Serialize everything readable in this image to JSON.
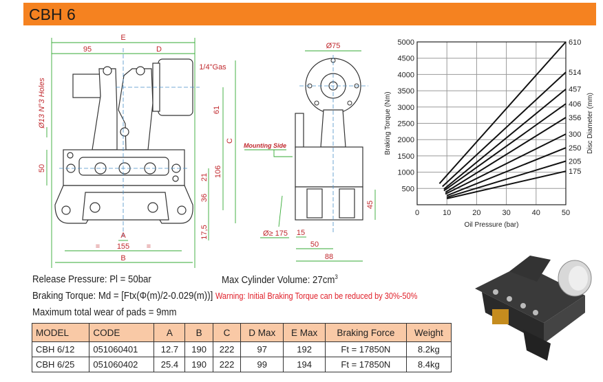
{
  "title": "CBH 6",
  "front_view": {
    "dims": {
      "E": "E",
      "D": "D",
      "w95": "95",
      "gas": "1/4\"Gas",
      "holes": "Ø13 N°3 Holes",
      "d61": "61",
      "C": "C",
      "d50": "50",
      "d21": "21",
      "d106": "106",
      "d36": "36",
      "d17": "17,5",
      "A": "A",
      "d155": "155",
      "eq": "=",
      "B": "B"
    }
  },
  "side_view": {
    "dims": {
      "d75": "Ø75",
      "mounting": "Mounting Side",
      "disc": "Ø≥ 175",
      "d15": "15",
      "d50": "50",
      "d88": "88",
      "d45": "45"
    }
  },
  "chart_data": {
    "type": "line",
    "xlabel": "Oil Pressure (bar)",
    "ylabel": "Braking Torque (Nm)",
    "y2label": "Disc Diameter (mm)",
    "xlim": [
      0,
      50
    ],
    "ylim": [
      0,
      5000
    ],
    "xticks": [
      "0",
      "10",
      "20",
      "30",
      "40",
      "50"
    ],
    "yticks": [
      "500",
      "1000",
      "1500",
      "2000",
      "2500",
      "3000",
      "3500",
      "4000",
      "4500",
      "5000"
    ],
    "grid": true,
    "series": [
      {
        "name": "610",
        "x": [
          7.5,
          50
        ],
        "y": [
          650,
          5000
        ]
      },
      {
        "name": "514",
        "x": [
          8.5,
          50
        ],
        "y": [
          560,
          4070
        ]
      },
      {
        "name": "457",
        "x": [
          9,
          50
        ],
        "y": [
          480,
          3550
        ]
      },
      {
        "name": "406",
        "x": [
          9,
          50
        ],
        "y": [
          430,
          3100
        ]
      },
      {
        "name": "356",
        "x": [
          9.5,
          50
        ],
        "y": [
          380,
          2680
        ]
      },
      {
        "name": "300",
        "x": [
          9.5,
          50
        ],
        "y": [
          330,
          2170
        ]
      },
      {
        "name": "250",
        "x": [
          10,
          50
        ],
        "y": [
          280,
          1750
        ]
      },
      {
        "name": "205",
        "x": [
          10,
          50
        ],
        "y": [
          230,
          1340
        ]
      },
      {
        "name": "175",
        "x": [
          10,
          50
        ],
        "y": [
          190,
          1030
        ]
      }
    ]
  },
  "specs": {
    "release": "Release Pressure: Pl = 50bar",
    "volume": "Max Cylinder Volume: 27cm",
    "volume_sup": "3",
    "torque": "Braking Torque: Md = [Ftx(Φ(m)/2-0.029(m))]",
    "warning": "Warning: Initial Braking Torque can be reduced by 30%-50%",
    "wear": "Maximum total wear of pads = 9mm"
  },
  "table": {
    "headers": [
      "MODEL",
      "CODE",
      "A",
      "B",
      "C",
      "D Max",
      "E Max",
      "Braking Force",
      "Weight"
    ],
    "rows": [
      [
        "CBH 6/12",
        "051060401",
        "12.7",
        "190",
        "222",
        "97",
        "192",
        "Ft = 17850N",
        "8.2kg"
      ],
      [
        "CBH 6/25",
        "051060402",
        "25.4",
        "190",
        "222",
        "99",
        "194",
        "Ft = 17850N",
        "8.4kg"
      ]
    ]
  },
  "colors": {
    "header": "#f58220",
    "dim": "#33aa33",
    "dimtext": "#c0282d",
    "center": "#4a90c8",
    "tablehead": "#f9c9a6",
    "warning": "#e0202a"
  }
}
